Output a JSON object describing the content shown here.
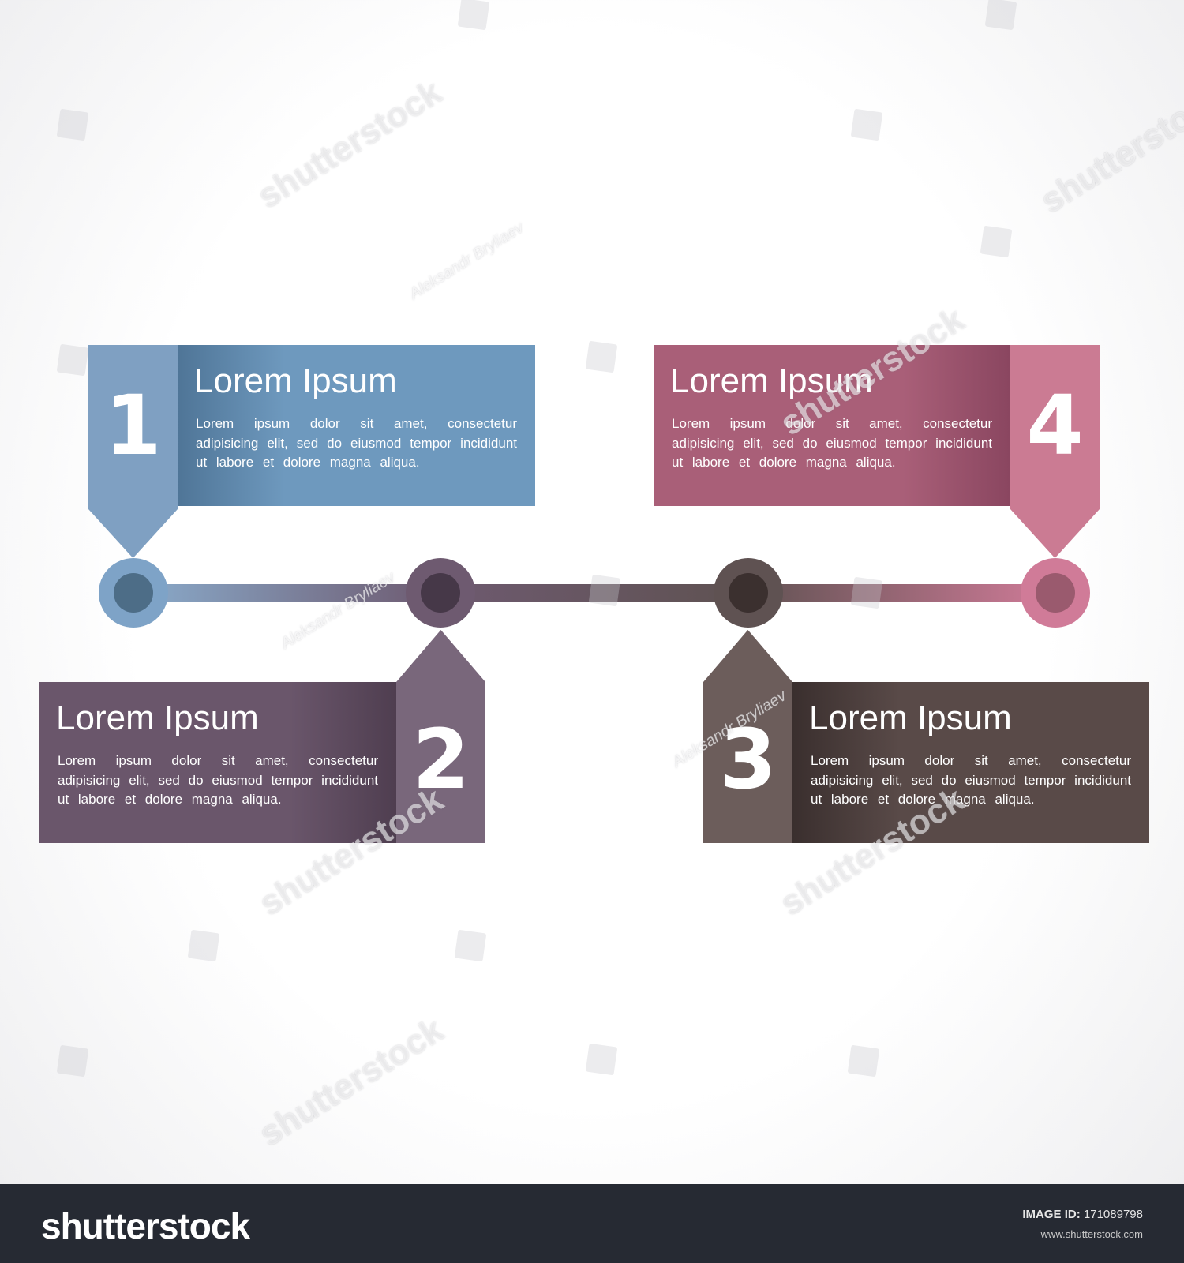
{
  "steps": [
    {
      "number": "1",
      "title": "Lorem Ipsum",
      "text_lines": [
        "Lorem ipsum dolor sit amet, consectetur",
        "adipisicing elit, sed do eiusmod tempor incididunt",
        "ut labore et dolore magna aliqua."
      ],
      "tab_color": "#7fa0c2",
      "box_color": "#6e99be",
      "node_ring": "#7ea3c7",
      "node_core": "#4d6d87"
    },
    {
      "number": "2",
      "title": "Lorem Ipsum",
      "text_lines": [
        "Lorem ipsum dolor sit amet, consectetur",
        "adipisicing elit, sed do eiusmod tempor incididunt",
        "ut labore et dolore magna aliqua."
      ],
      "tab_color": "#79677b",
      "box_color": "#6a566b",
      "node_ring": "#6e5a70",
      "node_core": "#463848"
    },
    {
      "number": "3",
      "title": "Lorem Ipsum",
      "text_lines": [
        "Lorem ipsum dolor sit amet, consectetur",
        "adipisicing elit, sed do eiusmod tempor incididunt",
        "ut labore et dolore magna aliqua."
      ],
      "tab_color": "#6c5d5b",
      "box_color": "#594a48",
      "node_ring": "#5f5252",
      "node_core": "#3b302f"
    },
    {
      "number": "4",
      "title": "Lorem Ipsum",
      "text_lines": [
        "Lorem ipsum dolor sit amet, consectetur",
        "adipisicing elit, sed do eiusmod tempor incididunt",
        "ut labore et dolore magna aliqua."
      ],
      "tab_color": "#cb7b93",
      "box_color": "#a95f78",
      "node_ring": "#d07b98",
      "node_core": "#9a5a6e"
    }
  ],
  "footer": {
    "brand": "shutterstock",
    "image_id_label": "IMAGE ID:",
    "image_id": "171089798",
    "url": "www.shutterstock.com"
  },
  "watermarks": {
    "brand": "shutterstock",
    "author": "Aleksandr Bryliaev"
  }
}
